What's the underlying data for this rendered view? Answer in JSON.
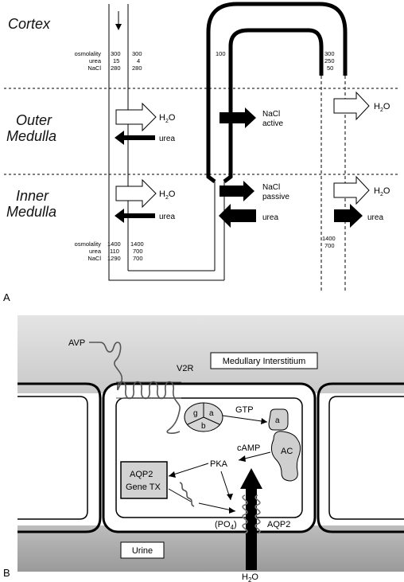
{
  "panel_a": {
    "label": "A",
    "zones": {
      "cortex": "Cortex",
      "outer_medulla_1": "Outer",
      "outer_medulla_2": "Medulla",
      "inner_medulla_1": "Inner",
      "inner_medulla_2": "Medulla"
    },
    "row_labels": {
      "osmolality": "osmolality",
      "urea": "urea",
      "nacl": "NaCl"
    },
    "top_values": {
      "desc_osmolality": "300",
      "desc_urea": "15",
      "desc_nacl": "280",
      "interstitium_osmolality": "300",
      "interstitium_urea": "4",
      "interstitium_nacl": "280",
      "ascending": "100",
      "collecting_osmolality": "300",
      "collecting_urea": "250",
      "collecting_nacl": "50"
    },
    "bottom_values": {
      "desc_osmolality": "1400",
      "desc_urea": "110",
      "desc_nacl": "1290",
      "interstitium_osmolality": "1400",
      "interstitium_urea": "700",
      "interstitium_nacl": "700",
      "collecting_osmolality": "1400",
      "collecting_urea": "700"
    },
    "transport": {
      "h2o": "H",
      "h2o_sub": "2",
      "h2o_tail": "O",
      "urea": "urea",
      "nacl_active_1": "NaCl",
      "nacl_active_2": "active",
      "nacl_passive_1": "NaCl",
      "nacl_passive_2": "passive"
    }
  },
  "panel_b": {
    "label": "B",
    "avp": "AVP",
    "v2r": "V2R",
    "interstitium": "Medullary Interstitium",
    "g_protein": {
      "g": "g",
      "a": "a",
      "b": "b"
    },
    "gtp": "GTP",
    "alpha": "a",
    "ac": "AC",
    "camp": "cAMP",
    "pka": "PKA",
    "aqp2_gene_1": "AQP2",
    "aqp2_gene_2": "Gene TX",
    "po4": "(PO",
    "po4_sub": "4",
    "po4_tail": ")",
    "aqp2": "AQP2",
    "urine": "Urine",
    "h2o_main": "H",
    "h2o_sub": "2",
    "h2o_tail": "O"
  }
}
